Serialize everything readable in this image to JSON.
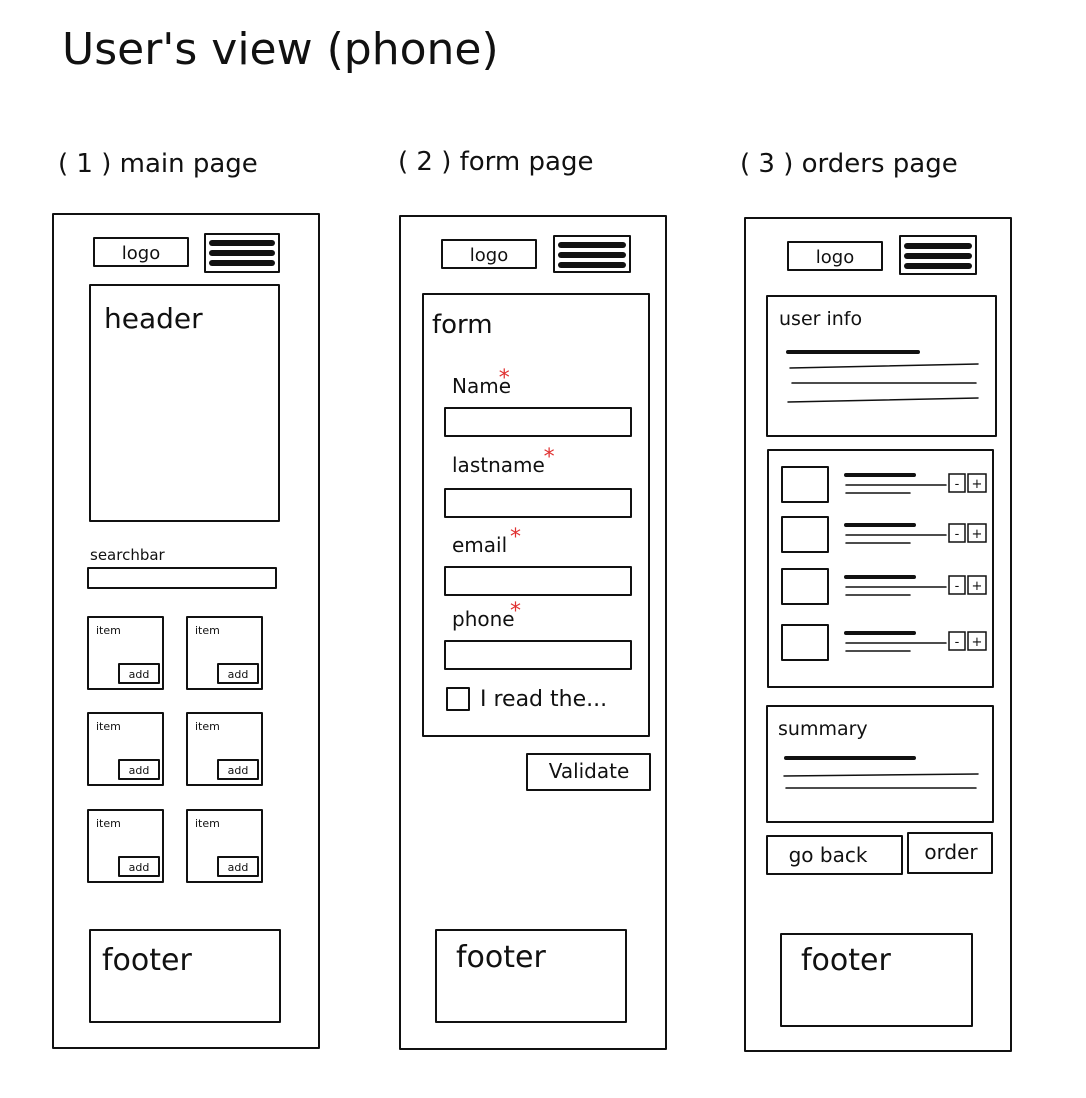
{
  "title": "User's view (phone)",
  "colors": {
    "ink": "#111111",
    "red": "#e03131",
    "blue": "#4263eb",
    "yellow": "#f59f00",
    "green": "#2f9e44",
    "lightgreen": "#82c91e",
    "gray": "#adb5bd",
    "asterisk": "#e03131"
  },
  "pages": {
    "main": {
      "caption": "( 1 ) main page",
      "logo": "logo",
      "menu_icon": "hamburger-icon",
      "header": "header",
      "searchbar_label": "searchbar",
      "items": [
        {
          "label": "item",
          "button": "add",
          "color": "red"
        },
        {
          "label": "item",
          "button": "add",
          "color": "red"
        },
        {
          "label": "item",
          "button": "add",
          "color": "red"
        },
        {
          "label": "item",
          "button": "add",
          "color": "blue"
        },
        {
          "label": "item",
          "button": "add",
          "color": "yellow"
        },
        {
          "label": "item",
          "button": "add",
          "color": "yellow"
        }
      ],
      "footer": "footer"
    },
    "form": {
      "caption": "( 2 ) form page",
      "logo": "logo",
      "menu_icon": "hamburger-icon",
      "form_title": "form",
      "fields": [
        {
          "label": "Name",
          "required": "*"
        },
        {
          "label": "lastname",
          "required": "*"
        },
        {
          "label": "email",
          "required": "*"
        },
        {
          "label": "phone",
          "required": "*"
        }
      ],
      "checkbox_label": "I read the...",
      "validate": "Validate",
      "footer": "footer"
    },
    "orders": {
      "caption": "( 3 ) orders page",
      "logo": "logo",
      "menu_icon": "hamburger-icon",
      "user_info": "user info",
      "order_rows": [
        {
          "color": "red",
          "minus": "-",
          "plus": "+"
        },
        {
          "color": "red",
          "minus": "-",
          "plus": "+"
        },
        {
          "color": "blue",
          "minus": "-",
          "plus": "+"
        },
        {
          "color": "yellow",
          "minus": "-",
          "plus": "+"
        }
      ],
      "summary": "summary",
      "go_back": "go back",
      "order": "order",
      "footer": "footer"
    }
  }
}
